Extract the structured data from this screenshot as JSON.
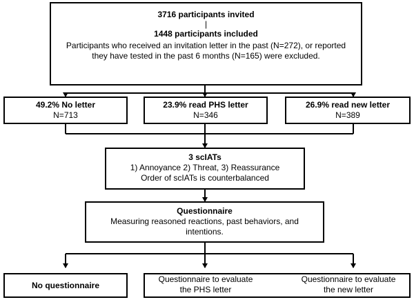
{
  "top_box": {
    "invited": "3716 participants invited",
    "included": "1448 participants included",
    "excluded_line1": "Participants who received an invitation letter in the past (N=272), or reported",
    "excluded_line2": "they have tested in the past 6 months (N=165) were excluded."
  },
  "groups": [
    {
      "title": "49.2% No letter",
      "n": "N=713"
    },
    {
      "title": "23.9% read PHS letter",
      "n": "N=346"
    },
    {
      "title": "26.9% read new letter",
      "n": "N=389"
    }
  ],
  "sciats": {
    "title": "3 scIATs",
    "line1": "1) Annoyance 2) Threat, 3) Reassurance",
    "line2": "Order of scIATs is counterbalanced"
  },
  "questionnaire": {
    "title": "Questionnaire",
    "line1": "Measuring reasoned reactions, past behaviors, and",
    "line2": "intentions."
  },
  "outcomes": {
    "no_questionnaire": "No questionnaire",
    "phs_line1": "Questionnaire to evaluate",
    "phs_line2": "the PHS letter",
    "new_line1": "Questionnaire to evaluate",
    "new_line2": "the new letter"
  }
}
